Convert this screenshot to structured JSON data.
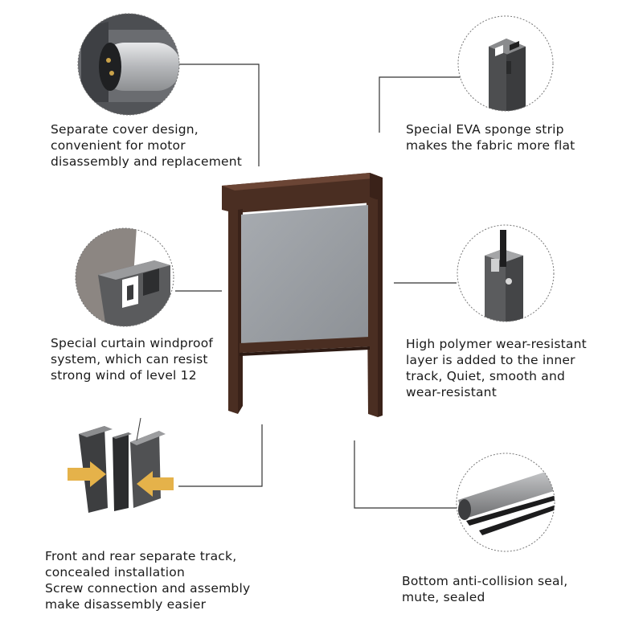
{
  "colors": {
    "frame": "#4a2e22",
    "frame_dark": "#3a2219",
    "fabric": "#9a9ea3",
    "aluminium": "#5b5c5e",
    "leader_line": "#333333",
    "arrow": "#e5b24a"
  },
  "callouts": {
    "cover": [
      "Separate cover design,",
      "convenient for motor",
      "disassembly and replacement"
    ],
    "eva_strip": [
      "Special EVA sponge strip",
      "makes the fabric more flat"
    ],
    "windproof": [
      "Special curtain windproof",
      "system, which can resist",
      "strong wind of level 12"
    ],
    "polymer": [
      "High polymer wear-resistant",
      "layer is added to the inner",
      "track, Quiet, smooth and",
      "wear-resistant"
    ],
    "track": [
      "Front and rear separate track,",
      "concealed installation",
      "Screw connection and assembly",
      "make disassembly easier"
    ],
    "seal": [
      "Bottom anti-collision seal,",
      "mute, sealed"
    ]
  }
}
